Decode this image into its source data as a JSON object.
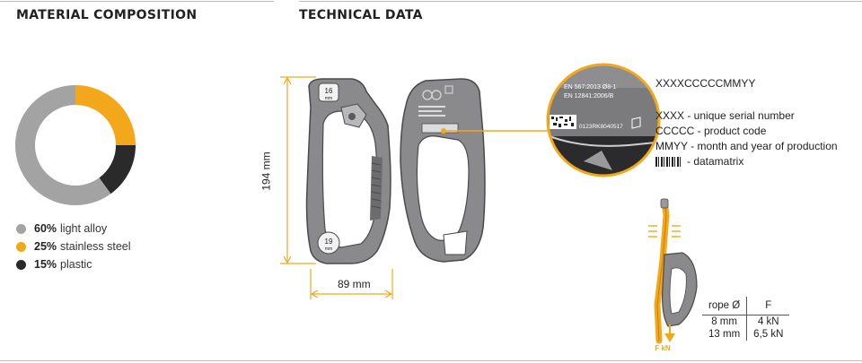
{
  "headings": {
    "material": "MATERIAL COMPOSITION",
    "technical": "TECHNICAL DATA"
  },
  "colors": {
    "light_alloy": "#a3a3a3",
    "stainless_steel": "#f3a81c",
    "plastic": "#2a2a2a",
    "accent": "#f3a81c",
    "rule": "#bdbdbd"
  },
  "chart_data": {
    "type": "pie",
    "title": "",
    "slices": [
      {
        "label": "light alloy",
        "value": 60,
        "value_label": "60%",
        "color": "#a3a3a3"
      },
      {
        "label": "stainless steel",
        "value": 25,
        "value_label": "25%",
        "color": "#f3a81c"
      },
      {
        "label": "plastic",
        "value": 15,
        "value_label": "15%",
        "color": "#2a2a2a"
      }
    ],
    "donut": true,
    "legend_position": "bottom-left"
  },
  "dimensions": {
    "height": "194 mm",
    "width": "89 mm"
  },
  "device_marks": {
    "badge_top": "16",
    "badge_bottom": "19",
    "badge_unit": "mm",
    "standard_1": "EN 567:2013  Ø8-1",
    "standard_2": "EN 12841:2006/B",
    "serial_print": "0123RK8040517"
  },
  "code_legend": {
    "format": "XXXXCCCCCMMYY",
    "lines": [
      {
        "text": "XXXX - unique serial number"
      },
      {
        "text": "CCCCC - product code"
      },
      {
        "text": "MMYY - month and year of production"
      }
    ],
    "datamatrix": "- datamatrix",
    "datamatrix_icon": "datamatrix-icon"
  },
  "load": {
    "force_label": "F kN",
    "table_headers": [
      "rope Ø",
      "F"
    ],
    "rows": [
      [
        "8 mm",
        "4 kN"
      ],
      [
        "13 mm",
        "6,5 kN"
      ]
    ]
  }
}
